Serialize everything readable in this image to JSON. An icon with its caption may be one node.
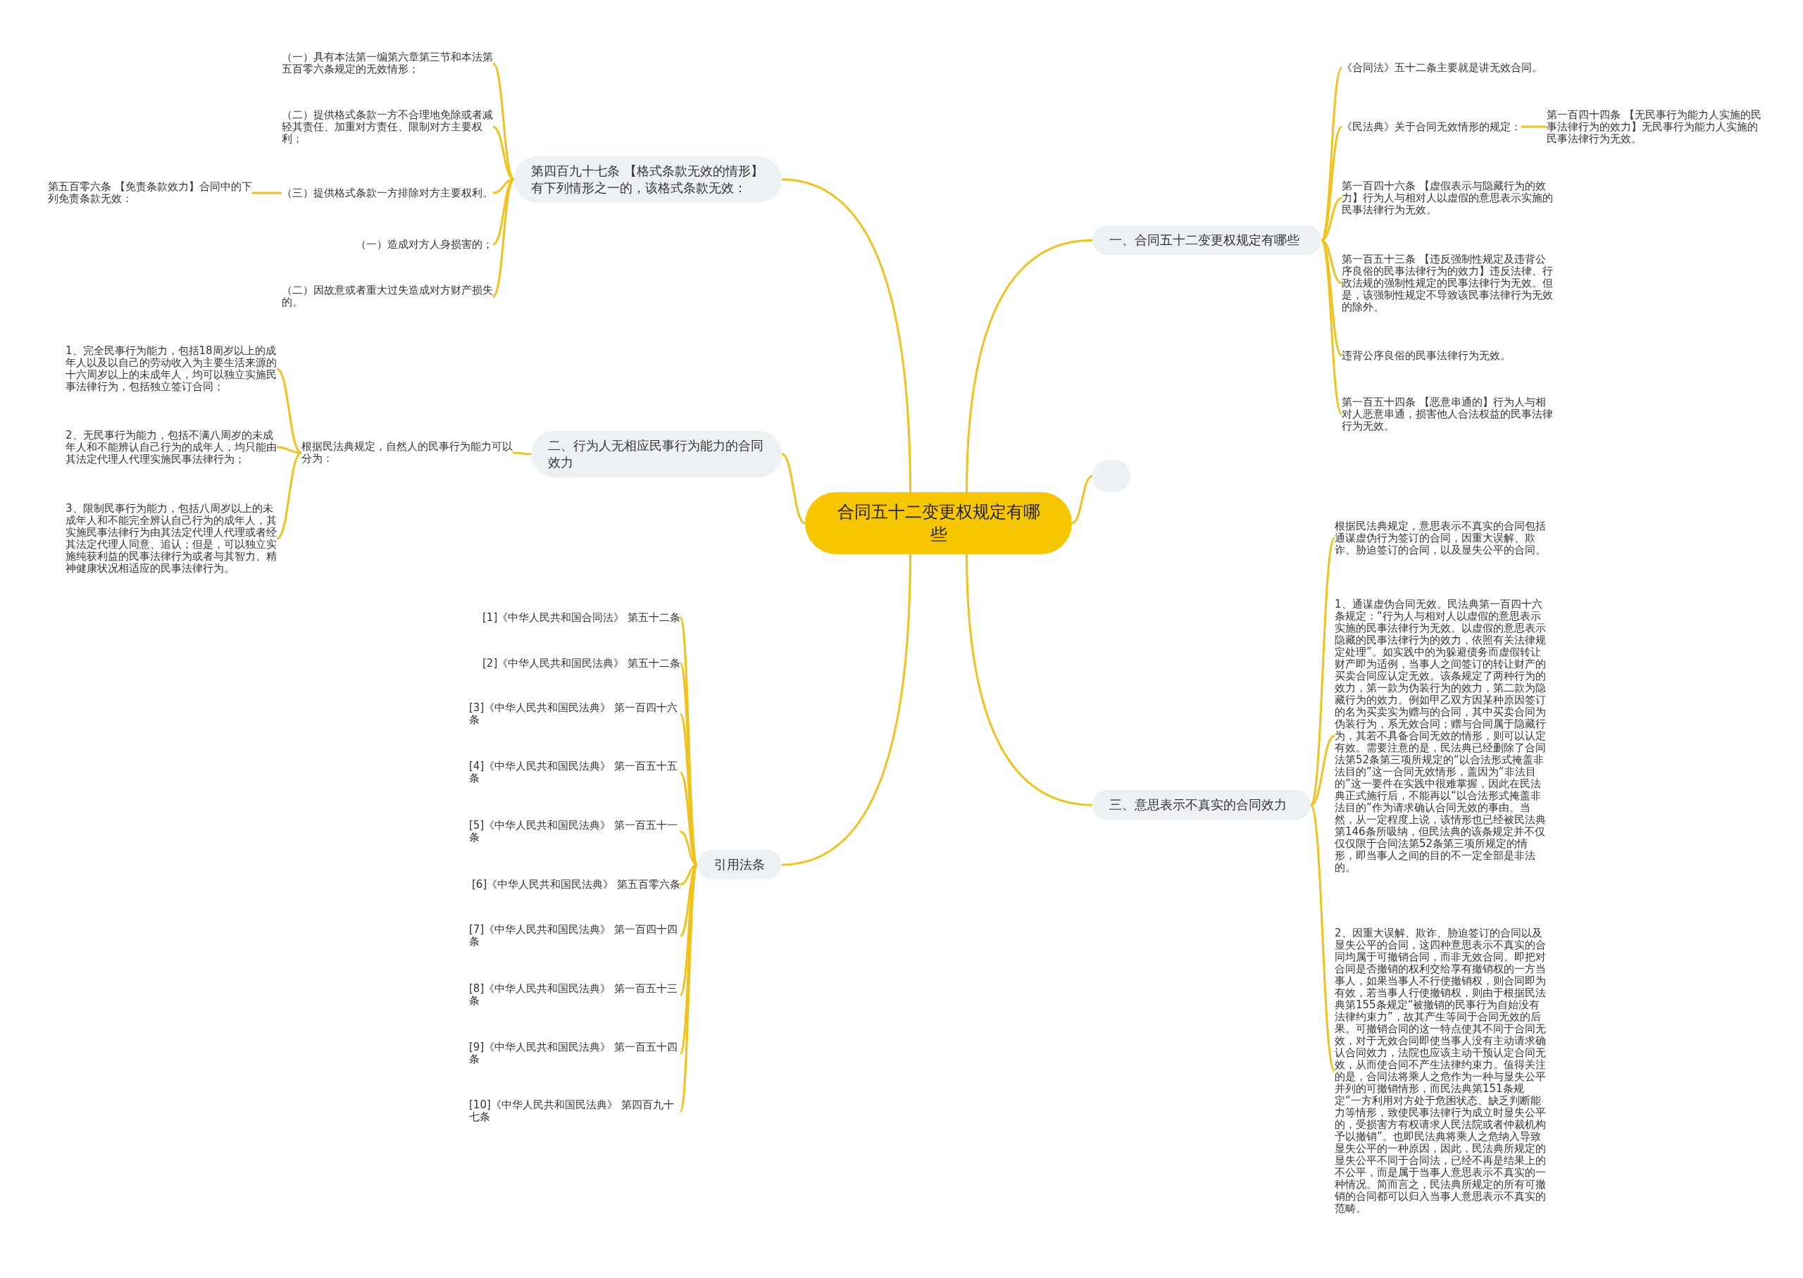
{
  "diagram": {
    "nodes": [
      {
        "text": [
          "合同五十二变更权规定有哪些"
        ]
      },
      {
        "text": [
          "第四百九十七条 【格式条款无效的情形】有下列情形之一的，该格式条款无效："
        ]
      },
      {
        "text": [
          "（一）具有本法第一编第六章第三节和本法第五百零六条规定的无效情形；"
        ]
      },
      {
        "text": [
          "（二）提供格式条款一方不合理地免除或者减轻其责任、加重对方责任、限制对方主要权利；"
        ]
      },
      {
        "text": [
          "（三）提供格式条款一方排除对方主要权利。"
        ]
      },
      {
        "text": [
          "第五百零六条 【免责条款效力】合同中的下列免责条款无效："
        ]
      },
      {
        "text": [
          "（一）造成对方人身损害的；"
        ]
      },
      {
        "text": [
          "（二）因故意或者重大过失造成对方财产损失的。"
        ]
      },
      {
        "text": [
          "二、行为人无相应民事行为能力的合同效力"
        ]
      },
      {
        "text": [
          "根据民法典规定，自然人的民事行为能力可以分为："
        ]
      },
      {
        "text": [
          "1、完全民事行为能力，包括18周岁以上的成年人以及以自己的劳动收入为主要生活来源的十六周岁以上的未成年人，均可以独立实施民事法律行为，包括独立签订合同；"
        ]
      },
      {
        "text": [
          "2、无民事行为能力，包括不满八周岁的未成年人和不能辨认自己行为的成年人，均只能由其法定代理人代理实施民事法律行为；"
        ]
      },
      {
        "text": [
          "3、限制民事行为能力，包括八周岁以上的未成年人和不能完全辨认自己行为的成年人，其实施民事法律行为由其法定代理人代理或者经其法定代理人同意、追认；但是，可以独立实施纯获利益的民事法律行为或者与其智力、精神健康状况相适应的民事法律行为。"
        ]
      },
      {
        "text": [
          "引用法条"
        ]
      },
      {
        "text": [
          "[1]《中华人民共和国合同法》 第五十二条"
        ]
      },
      {
        "text": [
          "[2]《中华人民共和国民法典》 第五十二条"
        ]
      },
      {
        "text": [
          "[3]《中华人民共和国民法典》 第一百四十六条"
        ]
      },
      {
        "text": [
          "[4]《中华人民共和国民法典》 第一百五十五条"
        ]
      },
      {
        "text": [
          "[5]《中华人民共和国民法典》 第一百五十一条"
        ]
      },
      {
        "text": [
          "[6]《中华人民共和国民法典》 第五百零六条"
        ]
      },
      {
        "text": [
          "[7]《中华人民共和国民法典》 第一百四十四条"
        ]
      },
      {
        "text": [
          "[8]《中华人民共和国民法典》 第一百五十三条"
        ]
      },
      {
        "text": [
          "[9]《中华人民共和国民法典》 第一百五十四条"
        ]
      },
      {
        "text": [
          "[10]《中华人民共和国民法典》 第四百九十七条"
        ]
      },
      {
        "text": [
          "一、合同五十二变更权规定有哪些"
        ]
      },
      {
        "text": [
          "《合同法》五十二条主要就是讲无效合同。"
        ]
      },
      {
        "text": [
          "《民法典》关于合同无效情形的规定："
        ]
      },
      {
        "text": [
          "第一百四十四条 【无民事行为能力人实施的民事法律行为的效力】无民事行为能力人实施的民事法律行为无效。"
        ]
      },
      {
        "text": [
          "第一百四十六条 【虚假表示与隐藏行为的效力】行为人与相对人以虚假的意思表示实施的民事法律行为无效。"
        ]
      },
      {
        "text": [
          "第一百五十三条 【违反强制性规定及违背公序良俗的民事法律行为的效力】违反法律、行政法规的强制性规定的民事法律行为无效。但是，该强制性规定不导致该民事法律行为无效的除外。"
        ]
      },
      {
        "text": [
          "违背公序良俗的民事法律行为无效。"
        ]
      },
      {
        "text": [
          "第一百五十四条 【恶意串通的】行为人与相对人恶意串通，损害他人合法权益的民事法律行为无效。"
        ]
      },
      {
        "text": [],
        "shape": "box"
      },
      {
        "text": [
          "三、意思表示不真实的合同效力"
        ]
      },
      {
        "text": [
          "根据民法典规定，意思表示不真实的合同包括通谋虚伪行为签订的合同，因重大误解、欺诈、胁迫签订的合同，以及显失公平的合同。"
        ]
      },
      {
        "text": [
          "1、通谋虚伪合同无效。民法典第一百四十六条规定：“行为人与相对人以虚假的意思表示实施的民事法律行为无效。以虚假的意思表示隐藏的民事法律行为的效力，依照有关法律规定处理”。如实践中的为躲避债务而虚假转让财产即为适例，当事人之间签订的转让财产的买卖合同应认定无效。该条规定了两种行为的效力，第一款为伪装行为的效力，第二款为隐藏行为的效力。例如甲乙双方因某种原因签订的名为买卖实为赠与的合同，其中买卖合同为伪装行为，系无效合同；赠与合同属于隐藏行为，其若不具备合同无效的情形，则可以认定有效。需要注意的是，民法典已经删除了合同法第52条第三项所规定的“以合法形式掩盖非法目的”这一合同无效情形，盖因为“非法目的”这一要件在实践中很难掌握，因此在民法典正式施行后，不能再以“以合法形式掩盖非法目的”作为请求确认合同无效的事由。当然，从一定程度上说，该情形也已经被民法典第146条所吸纳，但民法典的该条规定并不仅仅仅限于合同法第52条第三项所规定的情形，即当事人之间的目的不一定全部是非法的。"
        ]
      },
      {
        "text": [
          "2、因重大误解、欺诈、胁迫签订的合同以及显失公平的合同，这四种意思表示不真实的合同均属于可撤销合同，而非无效合同。即把对合同是否撤销的权利交给享有撤销权的一方当事人，如果当事人不行使撤销权，则合同即为有效，若当事人行使撤销权，则由于根据民法典第155条规定“被撤销的民事行为自始没有法律约束力”，故其产生等同于合同无效的后果。可撤销合同的这一特点使其不同于合同无效，对于无效合同即使当事人没有主动请求确认合同效力，法院也应该主动干预认定合同无效，从而使合同不产生法律约束力。值得关注的是，合同法将乘人之危作为一种与显失公平并列的可撤销情形，而民法典第151条规定“一方利用对方处于危困状态、缺乏判断能力等情形，致使民事法律行为成立时显失公平的，受损害方有权请求人民法院或者仲裁机构予以撤销”。也即民法典将乘人之危纳入导致显失公平的一种原因，因此，民法典所规定的显失公平不同于合同法，已经不再是结果上的不公平，而是属于当事人意思表示不真实的一种情况。简而言之，民法典所规定的所有可撤销的合同都可以归入当事人意思表示不真实的范畴。"
        ]
      }
    ],
    "edges": [
      {
        "from": 0,
        "to": 1,
        "arrow": "none"
      },
      {
        "from": 1,
        "to": 2,
        "arrow": "none"
      },
      {
        "from": 1,
        "to": 3,
        "arrow": "none"
      },
      {
        "from": 1,
        "to": 4,
        "arrow": "none"
      },
      {
        "from": 4,
        "to": 5,
        "arrow": "none"
      },
      {
        "from": 1,
        "to": 6,
        "arrow": "none"
      },
      {
        "from": 1,
        "to": 7,
        "arrow": "none"
      },
      {
        "from": 0,
        "to": 8,
        "arrow": "none"
      },
      {
        "from": 8,
        "to": 9,
        "arrow": "none"
      },
      {
        "from": 9,
        "to": 10,
        "arrow": "none"
      },
      {
        "from": 9,
        "to": 11,
        "arrow": "none"
      },
      {
        "from": 9,
        "to": 12,
        "arrow": "none"
      },
      {
        "from": 0,
        "to": 13,
        "arrow": "none"
      },
      {
        "from": 13,
        "to": 14,
        "arrow": "none"
      },
      {
        "from": 13,
        "to": 15,
        "arrow": "none"
      },
      {
        "from": 13,
        "to": 16,
        "arrow": "none"
      },
      {
        "from": 13,
        "to": 17,
        "arrow": "none"
      },
      {
        "from": 13,
        "to": 18,
        "arrow": "none"
      },
      {
        "from": 13,
        "to": 19,
        "arrow": "none"
      },
      {
        "from": 13,
        "to": 20,
        "arrow": "none"
      },
      {
        "from": 13,
        "to": 21,
        "arrow": "none"
      },
      {
        "from": 13,
        "to": 22,
        "arrow": "none"
      },
      {
        "from": 13,
        "to": 23,
        "arrow": "none"
      },
      {
        "from": 0,
        "to": 24,
        "arrow": "none"
      },
      {
        "from": 24,
        "to": 25,
        "arrow": "none"
      },
      {
        "from": 24,
        "to": 26,
        "arrow": "none"
      },
      {
        "from": 26,
        "to": 27,
        "arrow": "none"
      },
      {
        "from": 24,
        "to": 28,
        "arrow": "none"
      },
      {
        "from": 24,
        "to": 29,
        "arrow": "none"
      },
      {
        "from": 24,
        "to": 30,
        "arrow": "none"
      },
      {
        "from": 24,
        "to": 31,
        "arrow": "none"
      },
      {
        "from": 0,
        "to": 32,
        "arrow": "none"
      },
      {
        "from": 0,
        "to": 33,
        "arrow": "none"
      },
      {
        "from": 33,
        "to": 34,
        "arrow": "none"
      },
      {
        "from": 33,
        "to": 35,
        "arrow": "none"
      },
      {
        "from": 33,
        "to": 36,
        "arrow": "none"
      }
    ]
  }
}
